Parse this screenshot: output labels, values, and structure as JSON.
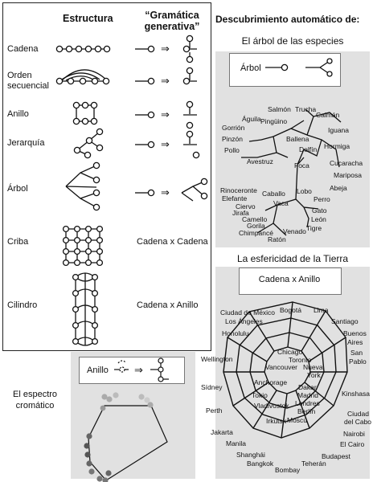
{
  "left_panel": {
    "col_structure": "Estructura",
    "col_grammar_l1": "“Gramática",
    "col_grammar_l2": "generativa”",
    "rows": [
      {
        "label": "Cadena"
      },
      {
        "label_l1": "Orden",
        "label_l2": "secuencial"
      },
      {
        "label": "Anillo"
      },
      {
        "label": "Jerarquía"
      },
      {
        "label": "Árbol"
      },
      {
        "label": "Criba",
        "grammar_text": "Cadena x Cadena"
      },
      {
        "label": "Cilindro",
        "grammar_text": "Cadena x Anillo"
      }
    ]
  },
  "right_title": "Descubrimiento automático de:",
  "tree_panel": {
    "title": "El árbol de las especies",
    "rule_label": "Árbol",
    "species": [
      "Salmón",
      "Trucha",
      "Caimán",
      "Águila",
      "Pingüino",
      "Iguana",
      "Gorrión",
      "Pinzón",
      "Ballena",
      "Hormiga",
      "Pollo",
      "Delfín",
      "Cucaracha",
      "Avestruz",
      "Foca",
      "Mariposa",
      "Abeja",
      "Rinoceronte",
      "Lobo",
      "Elefante",
      "Caballo",
      "Perro",
      "Ciervo",
      "Vaca",
      "Gato",
      "Jirafa",
      "León",
      "Camello",
      "Tigre",
      "Gorila",
      "Venado",
      "Chimpancé",
      "Ratón"
    ]
  },
  "sphere_panel": {
    "title": "La esfericidad de la Tierra",
    "rule_label": "Cadena x Anillo",
    "cities": [
      "Bogotá",
      "Ciudad de México",
      "Lima",
      "Los Ángeles",
      "Santiago",
      "Honolulu",
      "Buenos",
      "Aires",
      "San",
      "Pablo",
      "Wellington",
      "Chicago",
      "Toronto",
      "Nueva",
      "York",
      "Vancouver",
      "Anchorage",
      "Dakar",
      "Kinshasa",
      "Sídney",
      "Tokio",
      "Madrid",
      "Londres",
      "Berlín",
      "Perth",
      "Vladivostok",
      "Ciudad",
      "del Cabo",
      "Irkutsk",
      "Moscú",
      "Nairobi",
      "Jakarta",
      "Manila",
      "El Cairo",
      "Shanghái",
      "Budapest",
      "Bangkok",
      "Teherán",
      "Bombay"
    ]
  },
  "spectrum": {
    "label_l1": "El espectro",
    "label_l2": "cromático",
    "rule_label": "Anillo"
  },
  "colors": {
    "panel_bg": "#e1e1e1",
    "ink": "#111111"
  }
}
